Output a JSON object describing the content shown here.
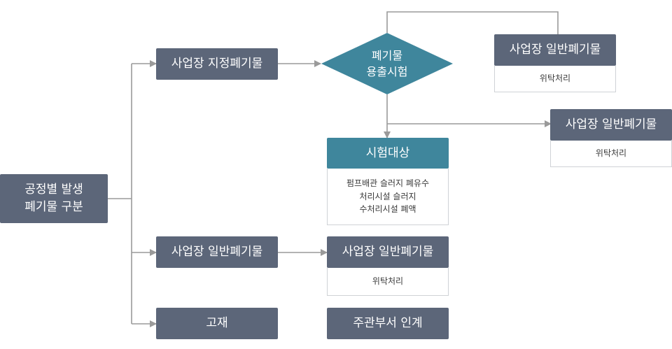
{
  "colors": {
    "slate": "#5c6679",
    "teal": "#3f869c",
    "connector": "#9a9a9a",
    "sub_border": "#cfd2d6"
  },
  "nodes": {
    "root": {
      "lines": [
        "공정별 발생",
        "폐기물 구분"
      ]
    },
    "designated": {
      "label": "사업장 지정폐기물"
    },
    "test_decision": {
      "lines": [
        "폐기물",
        "용출시험"
      ]
    },
    "general_top": {
      "label": "사업장 일반폐기물",
      "sub": "위탁처리"
    },
    "general_right": {
      "label": "사업장 일반폐기물",
      "sub": "위탁처리"
    },
    "test_target": {
      "label": "시험대상",
      "sub_lines": [
        "펌프배관 슬러지 폐유수",
        "처리시설 슬러지",
        "수처리시설 폐액"
      ]
    },
    "general_mid": {
      "label": "사업장 일반폐기물"
    },
    "general_mid_result": {
      "label": "사업장 일반폐기물",
      "sub": "위탁처리"
    },
    "scrap": {
      "label": "고재"
    },
    "handover": {
      "label": "주관부서 인계"
    }
  }
}
